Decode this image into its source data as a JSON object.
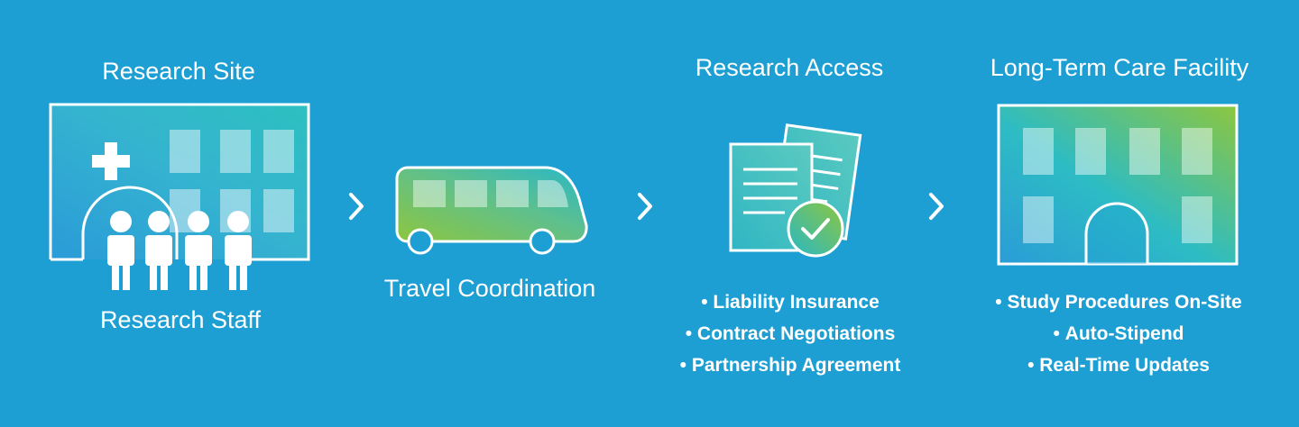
{
  "colors": {
    "background": "#1d9fd4",
    "foreground": "#ffffff",
    "gradient_green": "#8dc63f",
    "gradient_teal": "#29b8c6"
  },
  "stages": [
    {
      "title": "Research Site",
      "caption": "Research Staff",
      "icon": "hospital-building-icon"
    },
    {
      "caption": "Travel Coordination",
      "icon": "bus-icon"
    },
    {
      "title": "Research Access",
      "icon": "documents-approved-icon",
      "bullets": [
        "Liability Insurance",
        "Contract Negotiations",
        "Partnership Agreement"
      ]
    },
    {
      "title": "Long-Term Care Facility",
      "icon": "care-facility-building-icon",
      "bullets": [
        "Study Procedures On-Site",
        "Auto-Stipend",
        "Real-Time Updates"
      ]
    }
  ],
  "connectors": [
    "chevron-right-icon",
    "chevron-right-icon",
    "chevron-right-icon"
  ]
}
